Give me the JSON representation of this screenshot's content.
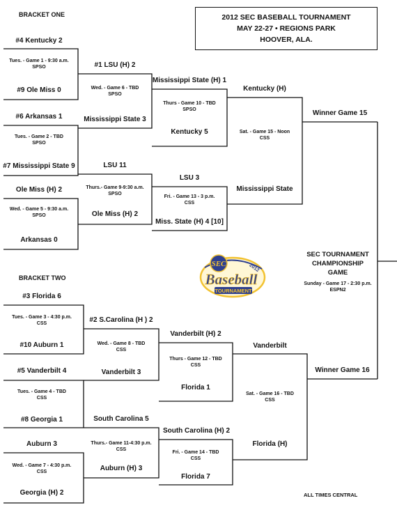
{
  "header": {
    "line1": "2012 SEC BASEBALL TOURNAMENT",
    "line2": "MAY 22-27 • REGIONS PARK",
    "line3": "HOOVER, ALA."
  },
  "bracket_one_label": "BRACKET ONE",
  "bracket_two_label": "BRACKET TWO",
  "b1": {
    "r1a_top": "#4 Kentucky 2",
    "r1a_info1": "Tues. - Game 1 - 9:30 a.m.",
    "r1a_info2": "SPSO",
    "r1a_bot": "#9 Ole Miss 0",
    "r1b_top": "#6 Arkansas 1",
    "r1b_info1": "Tues. - Game 2 - TBD",
    "r1b_info2": "SPSO",
    "r1b_bot": "#7 Mississippi State 9",
    "r1c_top": "Ole Miss (H) 2",
    "r1c_info1": "Wed. - Game 5 - 9:30 a.m.",
    "r1c_info2": "SPSO",
    "r1c_bot": "Arkansas 0",
    "r2a_top": "#1 LSU (H) 2",
    "r2a_info1": "Wed. - Game 6 - TBD",
    "r2a_info2": "SPSO",
    "r2a_bot": "Mississippi State 3",
    "r2b_top": "LSU 11",
    "r2b_info1": "Thurs.- Game 9-9:30 a.m.",
    "r2b_info2": "SPSO",
    "r2b_bot": "Ole Miss (H) 2",
    "r3a_top": "Mississippi State (H) 1",
    "r3a_info1": "Thurs - Game 10 - TBD",
    "r3a_info2": "SPSO",
    "r3a_bot": "Kentucky 5",
    "r3b_top": "LSU 3",
    "r3b_info1": "Fri. - Game 13 - 3 p.m.",
    "r3b_info2": "CSS",
    "r3b_bot": "Miss. State (H) 4 [10]",
    "r4_top": "Kentucky (H)",
    "r4_info1": "Sat. - Game 15 - Noon",
    "r4_info2": "CSS",
    "r4_bot": "Mississippi State",
    "winner": "Winner Game 15"
  },
  "b2": {
    "r1a_top": "#3 Florida 6",
    "r1a_info1": "Tues. - Game 3 - 4:30 p.m.",
    "r1a_info2": "CSS",
    "r1a_bot": "#10 Auburn 1",
    "r1b_top": "#5 Vanderbilt 4",
    "r1b_info1": "Tues. - Game 4 - TBD",
    "r1b_info2": "CSS",
    "r1b_bot": "#8 Georgia 1",
    "r1c_top": "Auburn 3",
    "r1c_info1": "Wed. - Game 7 - 4:30 p.m.",
    "r1c_info2": "CSS",
    "r1c_bot": "Georgia (H) 2",
    "r2a_top": "#2 S.Carolina (H ) 2",
    "r2a_info1": "Wed. - Game 8 - TBD",
    "r2a_info2": "CSS",
    "r2a_bot": "Vanderbilt 3",
    "r2b_top": "South Carolina 5",
    "r2b_info1": "Thurs.- Game 11-4:30 p.m.",
    "r2b_info2": "CSS",
    "r2b_bot": "Auburn (H) 3",
    "r3a_top": "Vanderbilt (H) 2",
    "r3a_info1": "Thurs - Game 12 - TBD",
    "r3a_info2": "CSS",
    "r3a_bot": "Florida 1",
    "r3b_top": "South Carolina (H) 2",
    "r3b_info1": "Fri. - Game 14 - TBD",
    "r3b_info2": "CSS",
    "r3b_bot": "Florida 7",
    "r4_top": "Vanderbilt",
    "r4_info1": "Sat. - Game 16 - TBD",
    "r4_info2": "CSS",
    "r4_bot": "Florida (H)",
    "winner": "Winner Game 16"
  },
  "championship": {
    "line1": "SEC TOURNAMENT",
    "line2": "CHAMPIONSHIP",
    "line3": "GAME",
    "info1": "Sunday - Game 17 - 2:30 p.m.",
    "info2": "ESPN2"
  },
  "logo": {
    "sec": "SEC",
    "year": "2012",
    "word1": "Baseball",
    "word2": "TOURNAMENT"
  },
  "footer": "ALL TIMES CENTRAL",
  "colors": {
    "logo_blue": "#2e3f8f",
    "logo_gold": "#f2c230",
    "line": "#111111"
  }
}
